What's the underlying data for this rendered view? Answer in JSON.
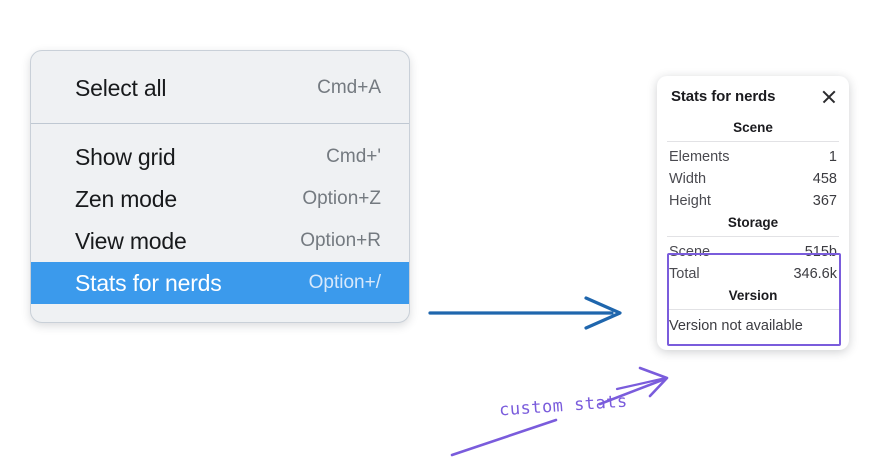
{
  "context_menu": {
    "name": "canvas-context-menu",
    "groups": [
      {
        "items": [
          {
            "label": "Select all",
            "shortcut": "Cmd+A",
            "selected": false
          }
        ]
      },
      {
        "items": [
          {
            "label": "Show grid",
            "shortcut": "Cmd+'",
            "selected": false
          },
          {
            "label": "Zen mode",
            "shortcut": "Option+Z",
            "selected": false
          },
          {
            "label": "View mode",
            "shortcut": "Option+R",
            "selected": false
          },
          {
            "label": "Stats for nerds",
            "shortcut": "Option+/",
            "selected": true
          }
        ]
      }
    ],
    "highlight_color": "#3b9aec",
    "background_color": "#eff1f3"
  },
  "stats_panel": {
    "title": "Stats for nerds",
    "close_icon": "close-icon",
    "sections": [
      {
        "heading": "Scene",
        "rows": [
          {
            "key": "Elements",
            "value": "1"
          },
          {
            "key": "Width",
            "value": "458"
          },
          {
            "key": "Height",
            "value": "367"
          }
        ]
      },
      {
        "heading": "Storage",
        "rows": [
          {
            "key": "Scene",
            "value": "515b"
          },
          {
            "key": "Total",
            "value": "346.6k"
          }
        ]
      },
      {
        "heading": "Version",
        "plain": "Version not available"
      }
    ],
    "highlight_border_color": "#7a5cdc"
  },
  "annotations": {
    "label": "custom stats",
    "label_color": "#7a5cdc",
    "blue_arrow_color": "#1f66ad",
    "purple_arrow_color": "#7a5cdc"
  }
}
